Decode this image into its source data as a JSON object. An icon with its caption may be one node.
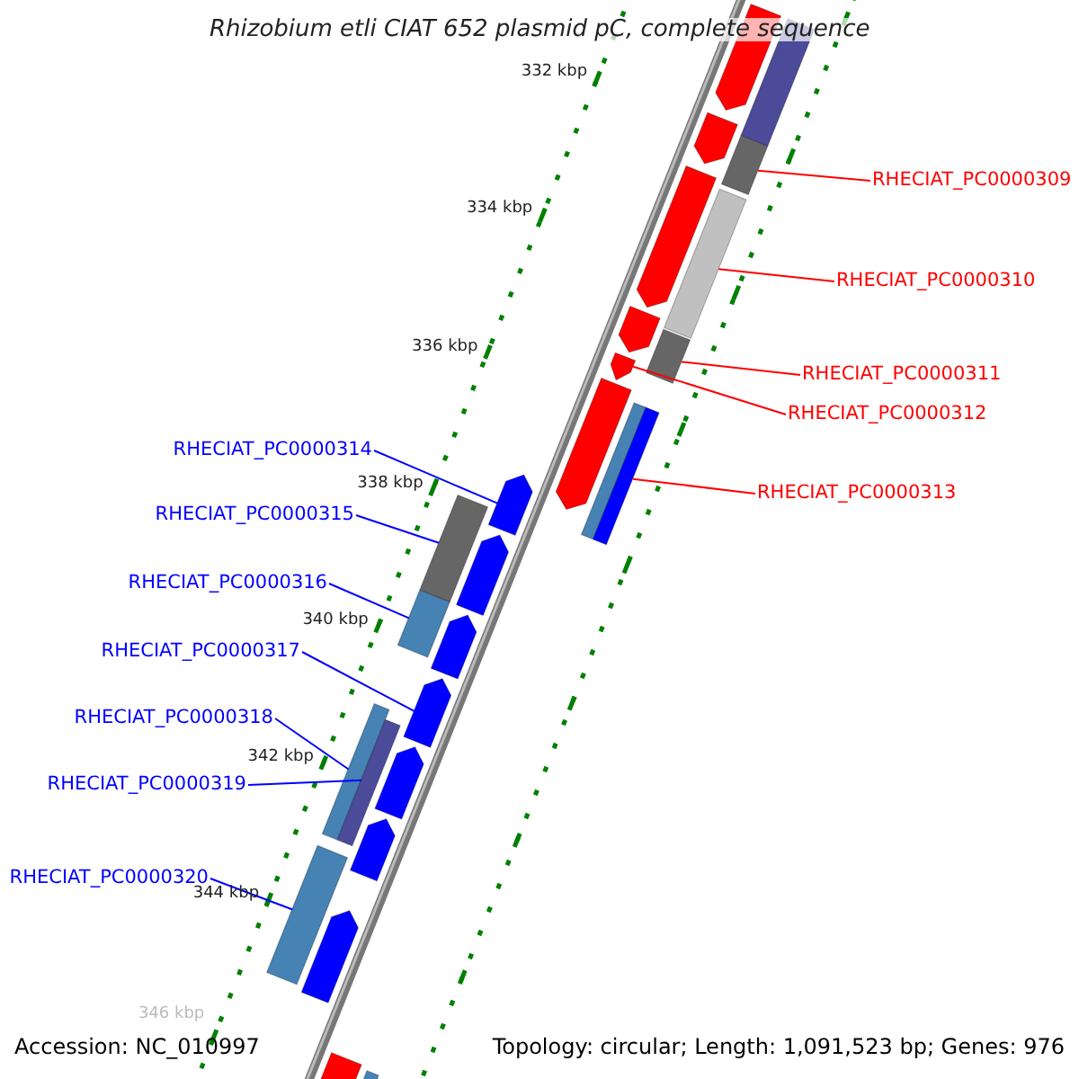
{
  "diagram": {
    "title": "Rhizobium etli CIAT 652 plasmid pC, complete sequence",
    "nodes": [
      {
        "text": [
          "RHECIAT_PC0000309"
        ]
      },
      {
        "text": [
          "RHECIAT_PC0000310"
        ]
      },
      {
        "text": [
          "RHECIAT_PC0000311"
        ]
      },
      {
        "text": [
          "RHECIAT_PC0000312"
        ]
      },
      {
        "text": [
          "RHECIAT_PC0000313"
        ]
      },
      {
        "text": [
          "RHECIAT_PC0000314"
        ]
      },
      {
        "text": [
          "RHECIAT_PC0000315"
        ]
      },
      {
        "text": [
          "RHECIAT_PC0000316"
        ]
      },
      {
        "text": [
          "RHECIAT_PC0000317"
        ]
      },
      {
        "text": [
          "RHECIAT_PC0000318"
        ]
      },
      {
        "text": [
          "RHECIAT_PC0000319"
        ]
      },
      {
        "text": [
          "RHECIAT_PC0000320"
        ]
      },
      {
        "text": [],
        "shape": "pentagon"
      },
      {
        "text": [],
        "shape": "bar"
      },
      {
        "text": [],
        "shape": "pentagon"
      },
      {
        "text": [],
        "shape": "bar"
      },
      {
        "text": [],
        "shape": "pentagon"
      },
      {
        "text": [],
        "shape": "bar"
      },
      {
        "text": [],
        "shape": "pentagon"
      },
      {
        "text": [],
        "shape": "bar"
      },
      {
        "text": [],
        "shape": "pentagon"
      },
      {
        "text": [],
        "shape": "pentagon"
      },
      {
        "text": [],
        "shape": "bar"
      },
      {
        "text": [],
        "shape": "bar"
      },
      {
        "text": [],
        "shape": "pentagon"
      },
      {
        "text": [],
        "shape": "bar"
      },
      {
        "text": [],
        "shape": "pentagon"
      },
      {
        "text": [],
        "shape": "bar"
      },
      {
        "text": [],
        "shape": "pentagon"
      },
      {
        "text": [],
        "shape": "pentagon"
      },
      {
        "text": [],
        "shape": "bar"
      },
      {
        "text": [],
        "shape": "bar"
      },
      {
        "text": [],
        "shape": "pentagon"
      },
      {
        "text": [],
        "shape": "pentagon"
      },
      {
        "text": [],
        "shape": "bar"
      },
      {
        "text": [],
        "shape": "pentagon"
      },
      {
        "text": [],
        "shape": "pentagon"
      },
      {
        "text": [],
        "shape": "bar"
      },
      {
        "text": [],
        "shape": "bar"
      }
    ],
    "edges": [
      {
        "from": 0,
        "to": 15,
        "arrow": "none",
        "color": "#ff0000"
      },
      {
        "from": 1,
        "to": 17,
        "arrow": "none",
        "color": "#ff0000"
      },
      {
        "from": 2,
        "to": 19,
        "arrow": "none",
        "color": "#ff0000"
      },
      {
        "from": 3,
        "to": 20,
        "arrow": "none",
        "color": "#ff0000"
      },
      {
        "from": 4,
        "to": 23,
        "arrow": "none",
        "color": "#ff0000"
      },
      {
        "from": 5,
        "to": 24,
        "arrow": "none"
      },
      {
        "from": 6,
        "to": 25,
        "arrow": "none"
      },
      {
        "from": 7,
        "to": 27,
        "arrow": "none"
      },
      {
        "from": 8,
        "to": 29,
        "arrow": "none"
      },
      {
        "from": 9,
        "to": 30,
        "arrow": "none"
      },
      {
        "from": 10,
        "to": 31,
        "arrow": "none"
      },
      {
        "from": 11,
        "to": 34,
        "arrow": "none"
      }
    ],
    "labels": [
      "332 kbp",
      "334 kbp",
      "336 kbp",
      "338 kbp",
      "340 kbp",
      "342 kbp",
      "344 kbp",
      "346 kbp",
      "Accession: NC_010997",
      "Topology: circular; Length: 1,091,523 bp; Genes: 976"
    ]
  }
}
